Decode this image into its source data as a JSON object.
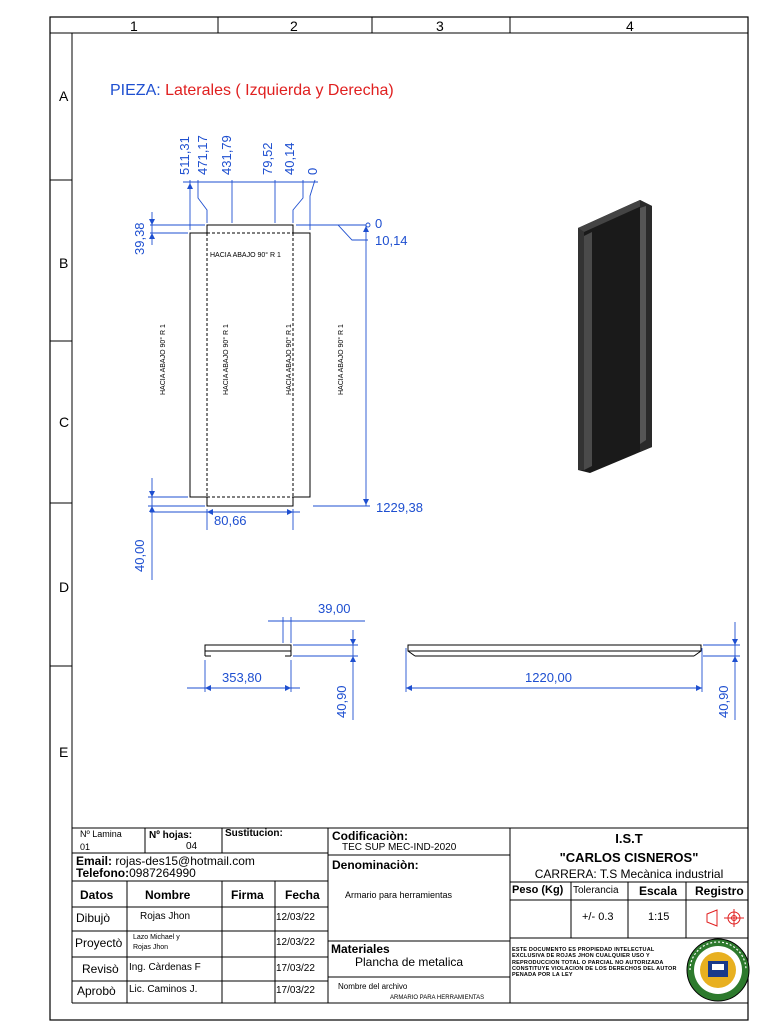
{
  "frame": {
    "columns": [
      "1",
      "2",
      "3",
      "4"
    ],
    "rows": [
      "A",
      "B",
      "C",
      "D",
      "E"
    ]
  },
  "title": {
    "prefix": "PIEZA:",
    "name": "Laterales ( Izquierda y Derecha)"
  },
  "drawing": {
    "top_dims": [
      "511,31",
      "471,17",
      "431,79",
      "79,52",
      "40,14",
      "0"
    ],
    "left_dim": "39,38",
    "right_dims": [
      "0",
      "10,14"
    ],
    "fold_h": "HACIA ABAJO  90°  R 1",
    "folds_v": [
      "HACIA ABAJO  90°  R 1",
      "HACIA ABAJO  90°  R 1",
      "HACIA ABAJO  90°  R 1",
      "HACIA ABAJO  90°  R 1"
    ],
    "width_dim": "80,66",
    "height_dim": "1229,38",
    "bottom_dim": "40,00",
    "side_view": {
      "d1": "39,00",
      "d2": "353,80",
      "d3": "40,90"
    },
    "front_view": {
      "d1": "1220,00",
      "d2": "40,90"
    }
  },
  "title_block": {
    "lamina_label": "Nº Lamina",
    "lamina_value": "01",
    "hojas_label": "Nº hojas:",
    "hojas_value": "04",
    "sustitucion_label": "Sustitucion:",
    "email_label": "Email:",
    "email_value": "rojas-des15@hotmail.com",
    "telefono_label": "Telefono:",
    "telefono_value": "0987264990",
    "headers": [
      "Datos",
      "Nombre",
      "Firma",
      "Fecha"
    ],
    "rows": [
      {
        "dato": "Dibujò",
        "nombre": "Rojas Jhon",
        "fecha": "12/03/22"
      },
      {
        "dato": "Proyectò",
        "nombre": "Lazo Michael y\nRojas Jhon",
        "fecha": "12/03/22"
      },
      {
        "dato": "Revisò",
        "nombre": "Ing. Càrdenas F",
        "fecha": "17/03/22"
      },
      {
        "dato": "Aprobò",
        "nombre": "Lic. Caminos J.",
        "fecha": "17/03/22"
      }
    ],
    "codificacion_label": "Codificaciòn:",
    "codificacion_value": "TEC SUP  MEC-IND-2020",
    "denominacion_label": "Denominaciòn:",
    "denominacion_value": "Armario para herramientas",
    "materiales_label": "Materiales",
    "materiales_value": "Plancha de metalica",
    "archivo_label": "Nombre del archivo",
    "archivo_value": "ARMARIO PARA HERRAMIENTAS",
    "institution": "I.S.T",
    "institution_name": "\"CARLOS CISNEROS\"",
    "carrera": "CARRERA: T.S Mecànica industrial",
    "spec_headers": [
      "Peso (Kg)",
      "Tolerancia",
      "Escala",
      "Registro"
    ],
    "tolerancia": "+/- 0.3",
    "escala": "1:15",
    "legal": "ESTE DOCUMENTO ES PROPIEDAD INTELECTUAL EXCLUSIVA DE ROJAS JHON CUALQUIER USO Y REPRODUCCION TOTAL O PARCIAL NO AUTORIZADA CONSTITUYE VIOLACION DE LOS DERECHOS DEL AUTOR PENADA POR LA LEY"
  }
}
